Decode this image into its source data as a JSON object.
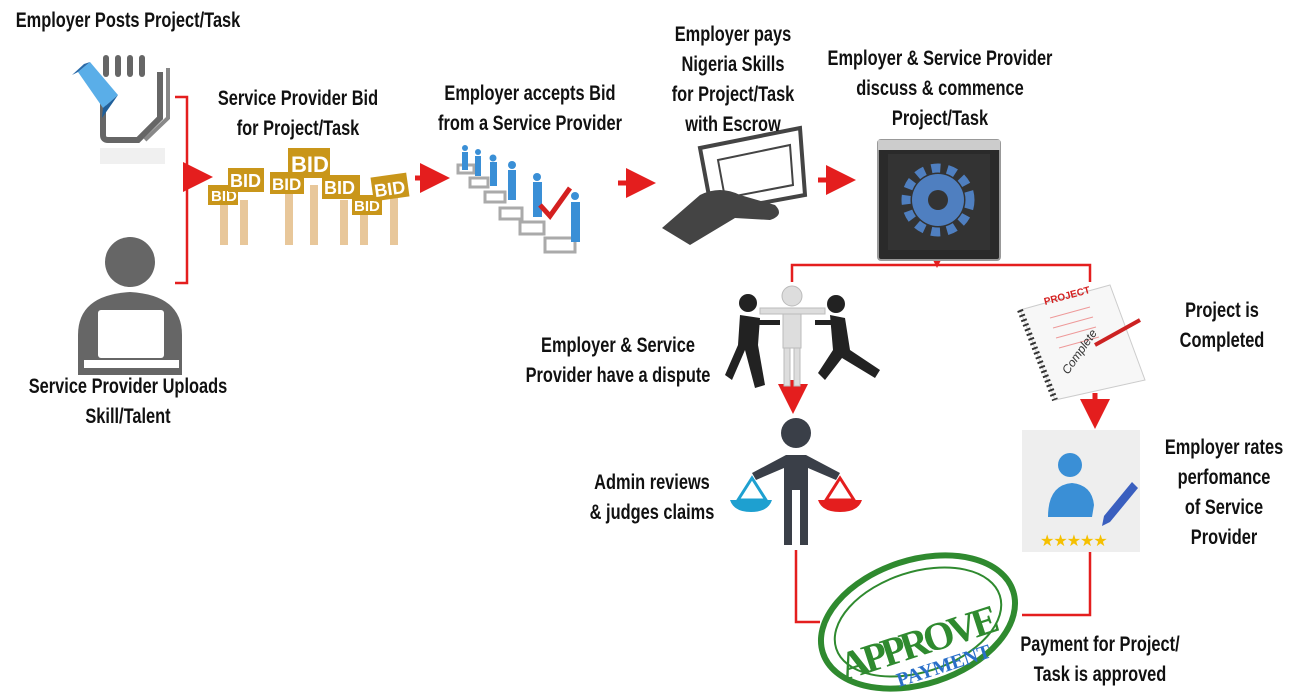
{
  "colors": {
    "connector": "#e41e1e",
    "icon_gray": "#666666",
    "icon_blue": "#3a8fd6",
    "bid_gold": "#c9961a",
    "stamp_green": "#2f8a2f",
    "text": "#111111"
  },
  "steps": {
    "post_project": {
      "lines": [
        "Employer Posts Project/Task"
      ],
      "icon": "notepad-pencil-icon"
    },
    "upload_skill": {
      "lines": [
        "Service Provider Uploads",
        "Skill/Talent"
      ],
      "icon": "person-laptop-icon"
    },
    "bid": {
      "lines": [
        "Service Provider Bid",
        "for Project/Task"
      ],
      "icon": "bid-signs-icon",
      "sign_text": "BID"
    },
    "accept_bid": {
      "lines": [
        "Employer accepts Bid",
        "from a Service Provider"
      ],
      "icon": "people-checklist-icon"
    },
    "pay_escrow": {
      "lines": [
        "Employer pays",
        "Nigeria Skills",
        "for Project/Task",
        "with Escrow"
      ],
      "icon": "hand-money-icon"
    },
    "commence": {
      "lines": [
        "Employer & Service Provider",
        "discuss & commence",
        "Project/Task"
      ],
      "icon": "gear-window-icon"
    },
    "dispute": {
      "lines": [
        "Employer & Service",
        "Provider have a dispute"
      ],
      "icon": "dispute-figures-icon"
    },
    "admin_review": {
      "lines": [
        "Admin reviews",
        "& judges claims"
      ],
      "icon": "scales-person-icon"
    },
    "completed": {
      "lines": [
        "Project is",
        "Completed"
      ],
      "icon": "project-notebook-icon",
      "notebook_title": "PROJECT",
      "notebook_stamp": "Complete"
    },
    "rate": {
      "lines": [
        "Employer rates",
        "perfomance",
        "of Service",
        "Provider"
      ],
      "icon": "rating-card-icon",
      "stars": 5
    },
    "payment_approved": {
      "lines": [
        "Payment for Project/",
        "Task is approved"
      ],
      "icon": "approve-stamp-icon",
      "stamp_main": "APPROVE",
      "stamp_sub": "PAYMENT"
    }
  }
}
